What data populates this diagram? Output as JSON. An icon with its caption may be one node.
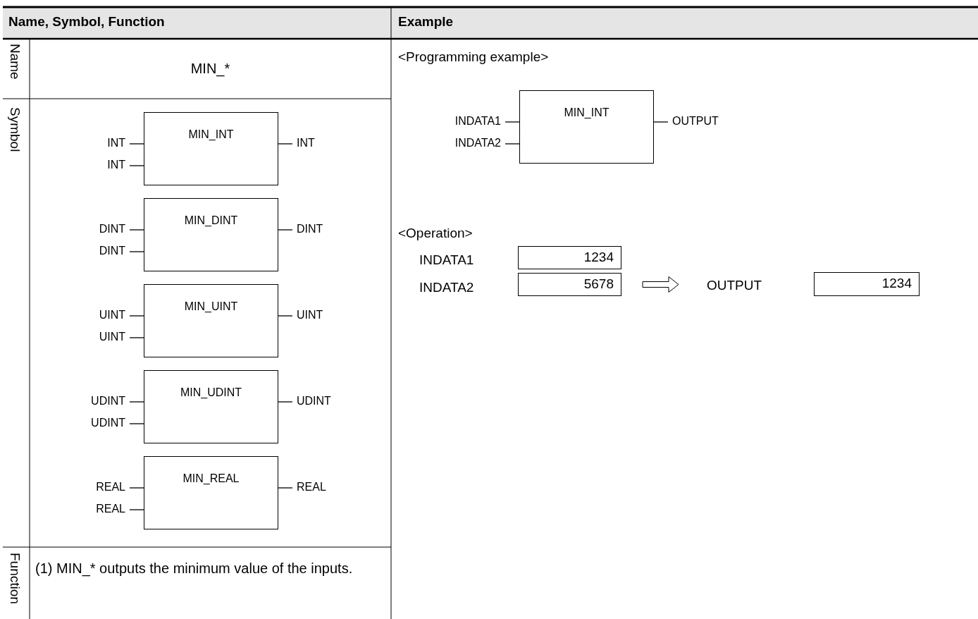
{
  "diagram": {
    "nodes": [
      {
        "text": [
          "MIN_INT"
        ],
        "beside": [
          "INT",
          "INT",
          "INT"
        ]
      },
      {
        "text": [
          "MIN_DINT"
        ],
        "beside": [
          "DINT",
          "DINT",
          "DINT"
        ]
      },
      {
        "text": [
          "MIN_UINT"
        ],
        "beside": [
          "UINT",
          "UINT",
          "UINT"
        ]
      },
      {
        "text": [
          "MIN_UDINT"
        ],
        "beside": [
          "UDINT",
          "UDINT",
          "UDINT"
        ]
      },
      {
        "text": [
          "MIN_REAL"
        ],
        "beside": [
          "REAL",
          "REAL",
          "REAL"
        ]
      },
      {
        "text": [
          "MIN_INT"
        ],
        "beside": [
          "INDATA1",
          "INDATA2",
          "OUTPUT"
        ]
      },
      {
        "text": [
          "1234"
        ]
      },
      {
        "text": [
          "5678"
        ]
      },
      {
        "text": [
          "OUTPUT"
        ]
      },
      {
        "text": [
          "1234"
        ]
      }
    ],
    "edges": [
      {
        "from": 7,
        "to": 8,
        "arrow": "to"
      }
    ],
    "labels": [
      "Name, Symbol, Function",
      "Example",
      "Name",
      "MIN_*",
      "<Programming example>",
      "Symbol",
      "<Operation>",
      "INDATA1",
      "INDATA2",
      "Function",
      "(1) MIN_* outputs the minimum value of the inputs."
    ]
  }
}
